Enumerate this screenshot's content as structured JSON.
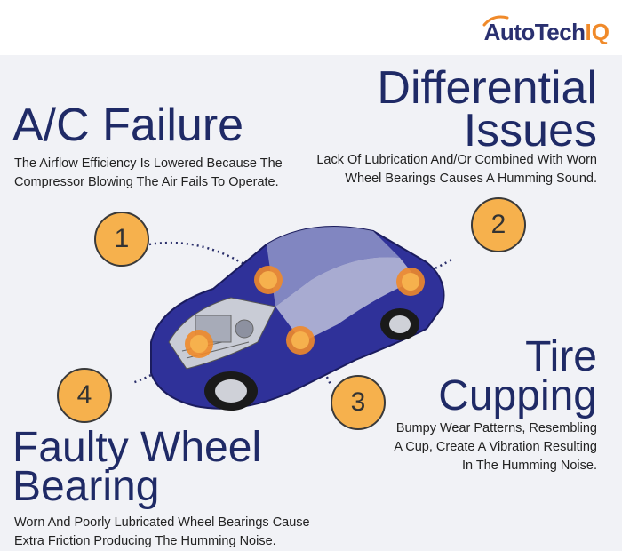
{
  "brand": {
    "prefix": "AutoTech",
    "suffix": "IQ"
  },
  "dot": ".",
  "sections": {
    "ac": {
      "title": "A/C Failure",
      "line1": "The Airflow Efficiency Is Lowered Because The",
      "line2": "Compressor Blowing The Air Fails To Operate."
    },
    "differential": {
      "title1": "Differential",
      "title2": "Issues",
      "line1": "Lack Of Lubrication And/Or Combined With Worn",
      "line2": "Wheel Bearings Causes A Humming Sound."
    },
    "tire": {
      "title1": "Tire",
      "title2": "Cupping",
      "line1": "Bumpy Wear Patterns, Resembling",
      "line2": "A Cup, Create A Vibration Resulting",
      "line3": "In The Humming Noise."
    },
    "wheel": {
      "title1": "Faulty Wheel",
      "title2": "Bearing",
      "line1": "Worn And Poorly Lubricated Wheel Bearings Cause",
      "line2": "Extra Friction Producing The Humming Noise."
    }
  },
  "badges": [
    "1",
    "2",
    "3",
    "4"
  ],
  "colors": {
    "navy": "#1f2a66",
    "orange": "#f6b14d",
    "accent": "#f08a2a",
    "car": "#2e2f9a"
  }
}
